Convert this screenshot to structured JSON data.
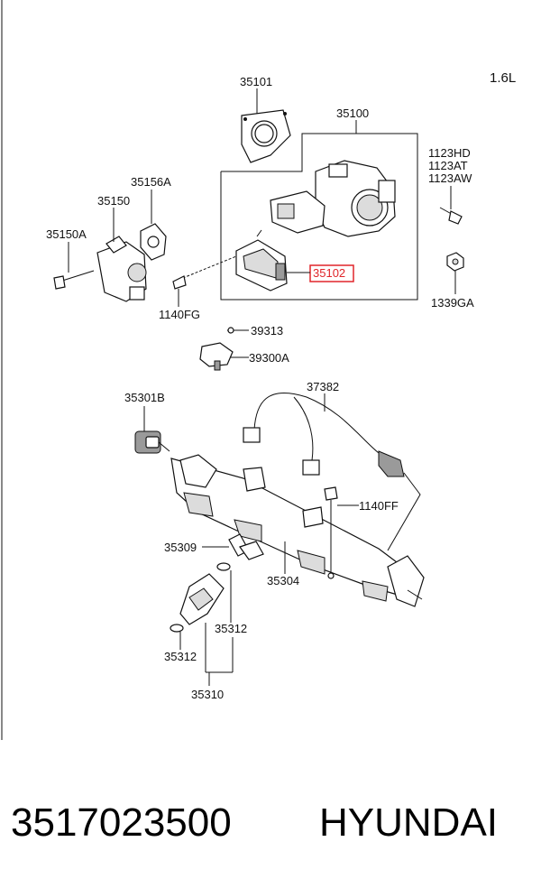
{
  "engine_label": "1.6L",
  "highlight_color": "#e0252a",
  "callouts": {
    "c35101": "35101",
    "c35100": "35100",
    "c35156A": "35156A",
    "c35150": "35150",
    "c35150A": "35150A",
    "c1123HD": "1123HD",
    "c1123AT": "1123AT",
    "c1123AW": "1123AW",
    "c35102": "35102",
    "c1339GA": "1339GA",
    "c1140FG": "1140FG",
    "c39313": "39313",
    "c39300A": "39300A",
    "c35301B": "35301B",
    "c37382": "37382",
    "c1140FF": "1140FF",
    "c35309": "35309",
    "c35304": "35304",
    "c35312a": "35312",
    "c35312b": "35312",
    "c35310": "35310"
  },
  "footer": {
    "part_number": "3517023500",
    "brand": "HYUNDAI"
  }
}
